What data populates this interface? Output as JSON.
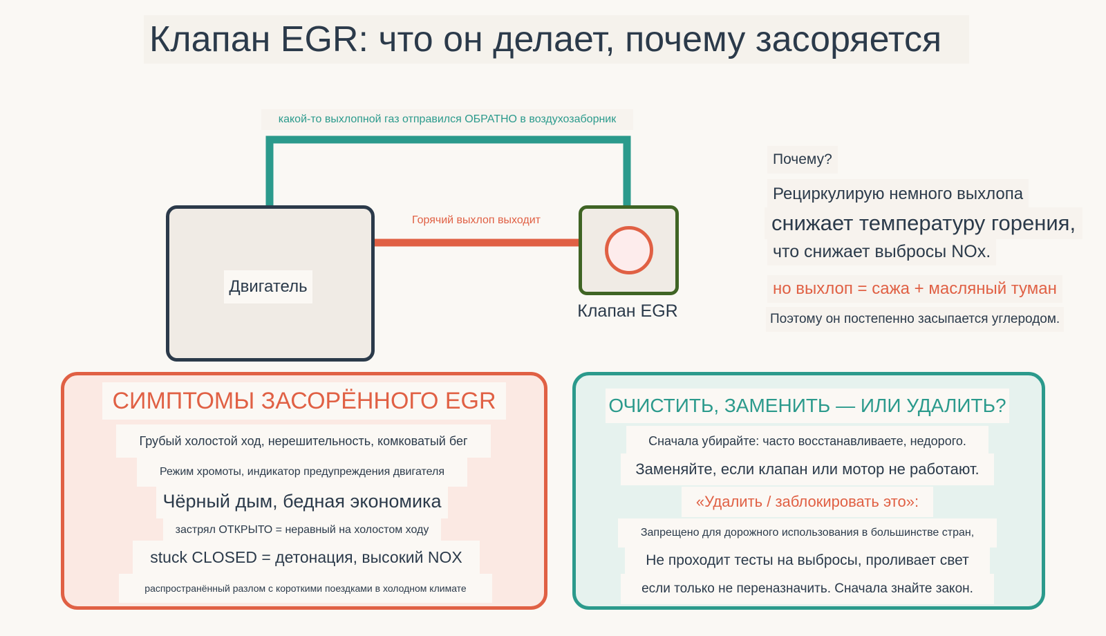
{
  "title": "Клапан EGR: что он делает, почему засоряется",
  "diagram": {
    "engine_label": "Двигатель",
    "egr_label": "Клапан EGR",
    "recirc_label": "какой-то выхлопной газ отправился ОБРАТНО в воздухозаборник",
    "exhaust_label": "Горячий выхлоп выходит",
    "colors": {
      "engine_border": "#2b3a4a",
      "egr_border": "#3f6424",
      "recirc_pipe": "#2b9a8c",
      "exhaust_pipe": "#e06044"
    }
  },
  "why": {
    "question": "Почему?",
    "line1": "Рециркулирую немного выхлопа",
    "line2": "снижает температуру горения,",
    "line3": "что снижает выбросы NOx.",
    "line4": "но выхлоп = сажа + масляный туман",
    "line5": "Поэтому он постепенно засыпается углеродом."
  },
  "symptoms": {
    "title": "СИМПТОМЫ ЗАСОРЁННОГО EGR",
    "items": [
      "Грубый холостой ход, нерешительность, комковатый бег",
      "Режим хромоты, индикатор предупреждения двигателя",
      "Чёрный дым, бедная экономика",
      "застрял ОТКРЫТО = неравный на холостом ходу",
      "stuck CLOSED = детонация, высокий NOX",
      "распространённый разлом с короткими поездками в холодном климате"
    ]
  },
  "clean": {
    "title": "ОЧИСТИТЬ, ЗАМЕНИТЬ — ИЛИ УДАЛИТЬ?",
    "items": [
      "Сначала убирайте: часто восстанавливаете, недорого.",
      "Заменяйте, если клапан или мотор не работают.",
      "«Удалить / заблокировать это»:",
      "Запрещено для дорожного использования в большинстве стран,",
      "Не проходит тесты на выбросы, проливает свет",
      "если только не переназначить. Сначала знайте закон."
    ]
  }
}
